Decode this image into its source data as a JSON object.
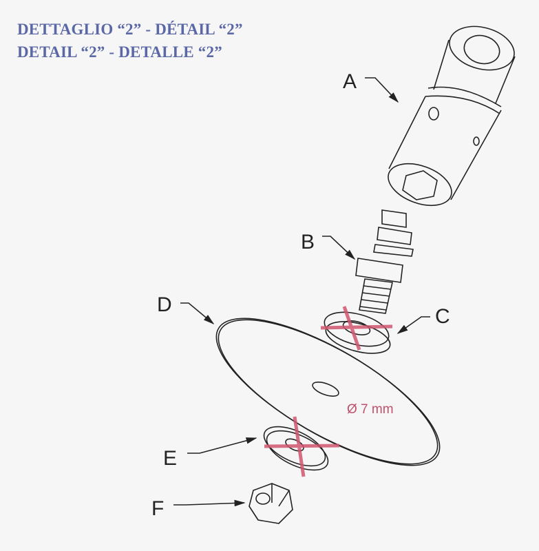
{
  "header": {
    "title_line1": "DETTAGLIO “2” - DÉTAIL “2”",
    "title_line2": "DETAIL “2” - DETALLE “2”"
  },
  "diagram": {
    "part_labels": [
      "A",
      "B",
      "C",
      "D",
      "E",
      "F"
    ],
    "dimension_label": "Ø 7 mm",
    "colors": {
      "title": "#5b68a6",
      "annotation": "#c0506a",
      "line": "#222222"
    }
  }
}
